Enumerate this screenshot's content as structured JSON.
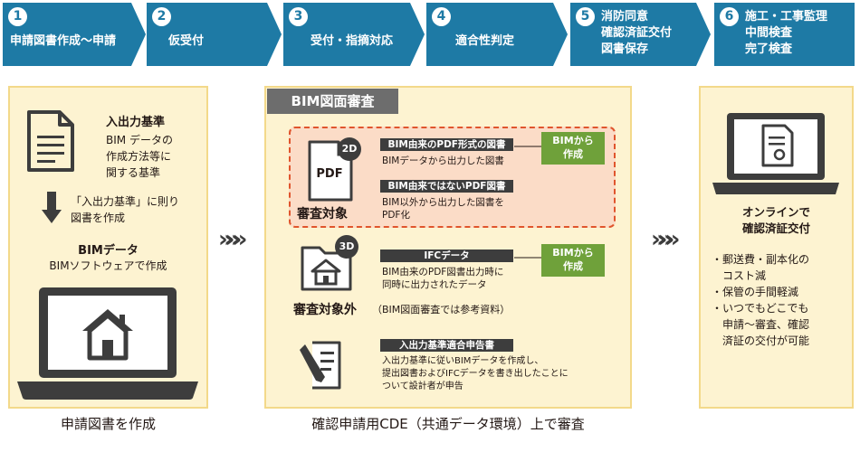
{
  "steps": [
    {
      "num": "1",
      "label": "申請図書作成～申請"
    },
    {
      "num": "2",
      "label": "仮受付"
    },
    {
      "num": "3",
      "label": "受付・指摘対応"
    },
    {
      "num": "4",
      "label": "適合性判定"
    },
    {
      "num": "5",
      "label": "消防同意\n確認済証交付\n図書保存"
    },
    {
      "num": "6",
      "label": "施工・工事監理\n中間検査\n完了検査"
    }
  ],
  "left": {
    "title": "入出力基準",
    "desc": "BIM データの\n作成方法等に\n関する基準",
    "arrow_text": "「入出力基準」に則り\n図書を作成",
    "bim_title": "BIMデータ",
    "bim_sub": "BIMソフトウェアで作成"
  },
  "middle": {
    "header": "BIM図面審査",
    "pdf_badge": "2D",
    "pdf_icon_text": "PDF",
    "target_label": "審査対象",
    "item1_tag": "BIM由来のPDF形式の図書",
    "item1_text": "BIMデータから出力した図書",
    "item2_tag": "BIM由来ではないPDF図書",
    "item2_text": "BIM以外から出力した図書を\nPDF化",
    "from_bim": "BIMから\n作成",
    "model_badge": "3D",
    "ifc_tag": "IFCデータ",
    "ifc_text": "BIM由来のPDF図書出力時に\n同時に出力されたデータ",
    "from_bim2": "BIMから\n作成",
    "nontarget_label": "審査対象外",
    "nontarget_note": "（BIM図面審査では参考資料）",
    "report_tag": "入出力基準適合申告書",
    "report_text": "入出力基準に従いBIMデータを作成し、\n提出図書およびIFCデータを書き出したことに\nついて設計者が申告"
  },
  "right": {
    "title": "オンラインで\n確認済証交付",
    "bullets": "・郵送費・副本化の\n　コスト減\n・保管の手間軽減\n・いつでもどこでも\n　申請～審査、確認\n　済証の交付が可能"
  },
  "captions": {
    "left": "申請図書を作成",
    "middle": "確認申請用CDE（共通データ環境）上で審査"
  },
  "chevron": "»»»",
  "colors": {
    "step_blue": "#1e7aa5",
    "panel_bg": "#fdf3d1",
    "panel_border": "#f3d98a",
    "green": "#6fa13a",
    "dark": "#3d3d3d",
    "target_fill": "#fbdcc7",
    "target_dash": "#e0552d"
  }
}
